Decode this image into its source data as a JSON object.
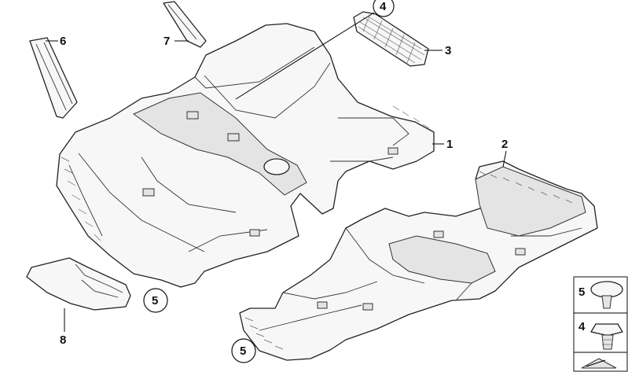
{
  "labels": {
    "l1": "1",
    "l2": "2",
    "l3": "3",
    "l4": "4",
    "l5a": "5",
    "l5b": "5",
    "l6": "6",
    "l7": "7",
    "l8": "8"
  },
  "panel": {
    "top": "5",
    "mid": "4"
  }
}
